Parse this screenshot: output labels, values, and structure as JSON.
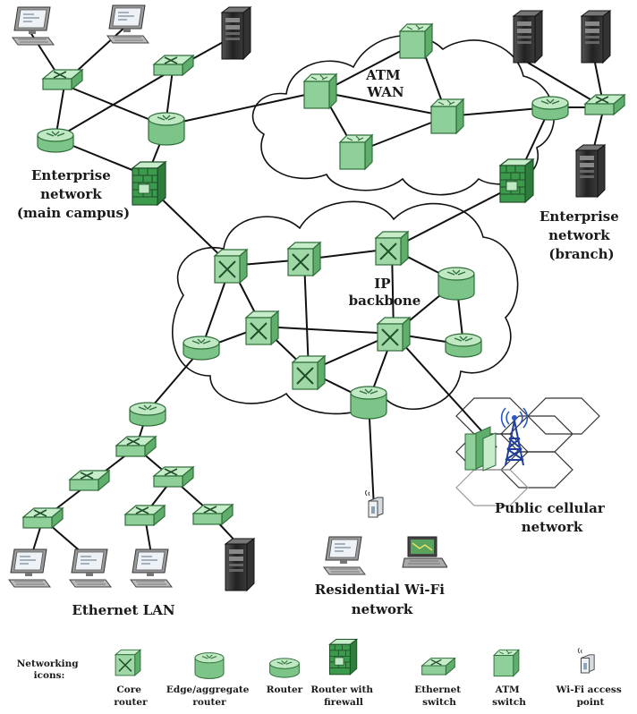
{
  "labels": {
    "atm_wan": [
      "ATM",
      "WAN"
    ],
    "ip_backbone": [
      "IP",
      "backbone"
    ],
    "enterprise_main": [
      "Enterprise",
      "network",
      "(main campus)"
    ],
    "enterprise_branch": [
      "Enterprise",
      "network",
      "(branch)"
    ],
    "public_cellular": [
      "Public cellular",
      "network"
    ],
    "residential_wifi": [
      "Residential Wi-Fi",
      "network"
    ],
    "ethernet_lan": "Ethernet LAN"
  },
  "legend": {
    "title": [
      "Networking",
      "icons:"
    ],
    "items": [
      {
        "icon": "core-router",
        "lines": [
          "Core",
          "router"
        ]
      },
      {
        "icon": "edge-router",
        "lines": [
          "Edge/aggregate",
          "router"
        ]
      },
      {
        "icon": "router",
        "lines": [
          "Router",
          ""
        ]
      },
      {
        "icon": "router-with-firewall",
        "lines": [
          "Router with",
          "firewall"
        ]
      },
      {
        "icon": "ethernet-switch",
        "lines": [
          "Ethernet",
          "switch"
        ]
      },
      {
        "icon": "atm-switch",
        "lines": [
          "ATM",
          "switch"
        ]
      },
      {
        "icon": "wifi-access-point",
        "lines": [
          "Wi-Fi access",
          "point"
        ]
      }
    ]
  },
  "colors": {
    "device_green": "#9fd8a6",
    "device_green_dark": "#4f9e5b",
    "device_stroke": "#2f6e3a",
    "server_dark": "#2b2b2b",
    "background": "#ffffff"
  }
}
